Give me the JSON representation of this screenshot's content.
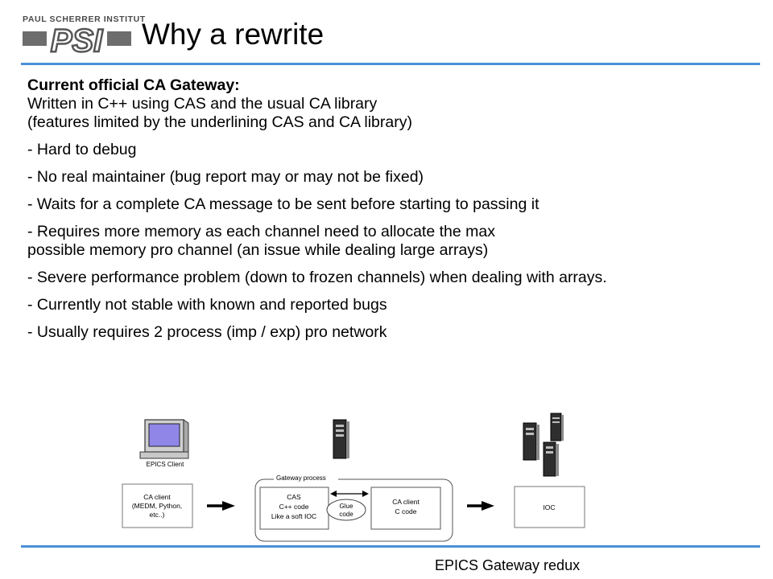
{
  "header": {
    "institute": "PAUL SCHERRER INSTITUT",
    "logo_text": "PSI",
    "title": "Why a rewrite"
  },
  "content": {
    "heading": "Current official CA Gateway:",
    "intro_lines": [
      "Written in C++ using CAS and the usual CA library",
      "(features limited by the underlining CAS and CA library)"
    ],
    "bullets": [
      [
        "- Hard to debug"
      ],
      [
        "- No real maintainer (bug report may or may not be fixed)"
      ],
      [
        "- Waits for a complete CA message to be sent before starting to passing it"
      ],
      [
        "- Requires more memory as each channel need to allocate the max",
        "possible memory pro channel (an issue while dealing large arrays)"
      ],
      [
        "- Severe performance problem (down to frozen channels) when dealing with arrays."
      ],
      [
        "- Currently not stable with known and reported bugs"
      ],
      [
        "- Usually requires 2 process (imp / exp) pro network"
      ]
    ]
  },
  "diagram": {
    "epics_client_label": "EPICS Client",
    "gateway_process_label": "Gateway process",
    "ca_client_box": [
      "CA client",
      "(MEDM, Python,",
      "etc..)"
    ],
    "cas_box": [
      "CAS",
      "C++ code",
      "Like a soft IOC"
    ],
    "glue_box": [
      "Glue",
      "code"
    ],
    "ca_client_c_box": [
      "CA client",
      "C code"
    ],
    "ioc_box": [
      "IOC"
    ]
  },
  "footer": {
    "text": "EPICS Gateway redux"
  },
  "colors": {
    "rule": "#4a90d9",
    "logo_gray": "#6d6d6d"
  }
}
